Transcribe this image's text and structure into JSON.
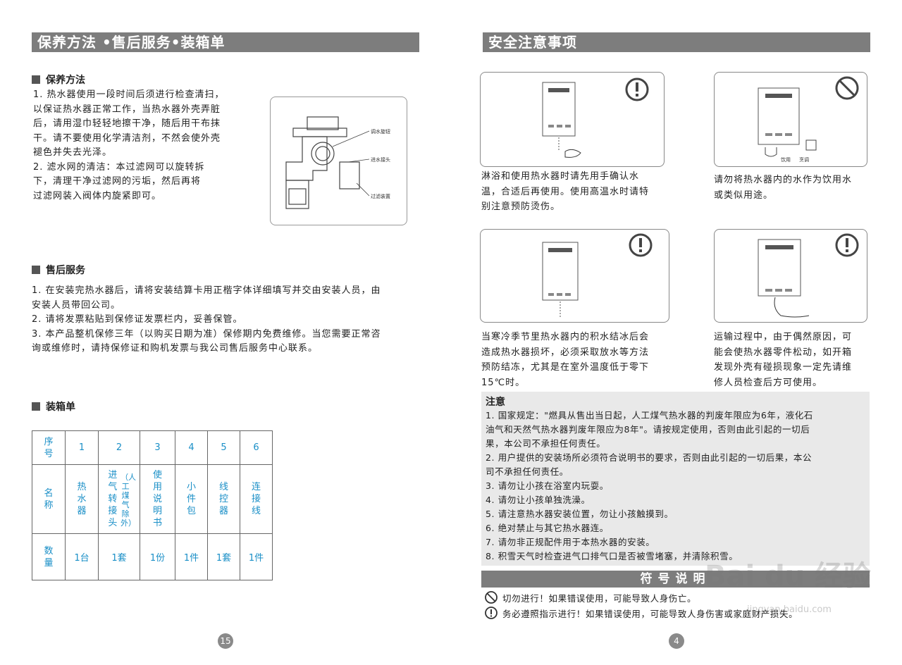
{
  "left_page": {
    "title": "保养方法 •售后服务•装箱单",
    "maintenance": {
      "heading": "保养方法",
      "lines": [
        "1. 热水器使用一段时间后须进行检查清扫，",
        "以保证热水器正常工作，当热水器外壳弄脏",
        "后，请用湿巾轻轻地擦干净，随后用干布抹",
        "干。请不要使用化学清洁剂，不然会使外壳",
        "褪色并失去光泽。",
        "2. 滤水网的清洁：本过滤网可以旋转拆",
        "下，清理干净过滤网的污垢，然后再将",
        "过滤网装入阀体内旋紧即可。"
      ],
      "diagram_labels": [
        "调水旋钮",
        "进水接头",
        "过滤装置"
      ]
    },
    "service": {
      "heading": "售后服务",
      "lines": [
        "1. 在安装完热水器后，请将安装结算卡用正楷字体详细填写并交由安装人员，由",
        "安装人员带回公司。",
        "2. 请将发票粘贴到保修证发票栏内，妥善保管。",
        "3. 本产品整机保修三年（以购买日期为准）保修期内免费维修。当您需要正常咨",
        "询或维修时，请持保修证和购机发票与我公司售后服务中心联系。"
      ]
    },
    "packing": {
      "heading": "装箱单",
      "row_headers": [
        "序号",
        "名称",
        "数量"
      ],
      "numbers": [
        "1",
        "2",
        "3",
        "4",
        "5",
        "6"
      ],
      "names": [
        "热水器",
        "进气转接头",
        "使用说明书",
        "小件包",
        "线控器",
        "连接线"
      ],
      "name_note": "（人工煤气除外）",
      "quantities": [
        "1台",
        "1套",
        "1份",
        "1件",
        "1套",
        "1件"
      ]
    },
    "page_number": "15"
  },
  "right_page": {
    "title": "安全注意事项",
    "cards": [
      {
        "symbol": "warning",
        "caption": [
          "淋浴和使用热水器时请先用手确认水",
          "温，合适后再使用。使用高温水时请特",
          "别注意预防烫伤。"
        ]
      },
      {
        "symbol": "prohibit",
        "labels": [
          "饮用",
          "烹调"
        ],
        "caption": [
          "请勿将热水器内的水作为饮用水",
          "或类似用途。"
        ]
      },
      {
        "symbol": "warning",
        "caption": [
          "当寒冷季节里热水器内的积水结冰后会",
          "造成热水器损坏，必须采取放水等方法",
          "预防结冻，尤其是在室外温度低于零下",
          "15℃时。"
        ]
      },
      {
        "symbol": "warning",
        "caption": [
          "运输过程中，由于偶然原因，可",
          "能会使热水器零件松动，如开箱",
          "发现外壳有碰损现象一定先请维",
          "修人员检查后方可使用。"
        ]
      }
    ],
    "notes": {
      "heading": "注意",
      "lines": [
        "1. 国家规定：\"燃具从售出当日起，人工煤气热水器的判废年限应为6年，液化石",
        "油气和天然气热水器判废年限应为8年\"。请按规定使用，否则由此引起的一切后",
        "果，本公司不承担任何责任。",
        "2. 用户提供的安装场所必须符合说明书的要求，否则由此引起的一切后果，本公",
        "司不承担任何责任。",
        "3. 请勿让小孩在浴室内玩耍。",
        "4. 请勿让小孩单独洗澡。",
        "5. 请注意热水器安装位置，勿让小孩触摸到。",
        "6. 绝对禁止与其它热水器连。",
        "7. 请勿非正规配件用于本热水器的安装。",
        "8. 积雪天气时检查进气口排气口是否被雪堵塞，并清除积雪。"
      ]
    },
    "symbols": {
      "heading": "符号说明",
      "prohibit_text": "切勿进行！如果错误使用，可能导致人身伤亡。",
      "warning_text": "务必遵照指示进行！如果错误使用，可能导致人身伤害或家庭财产损失。"
    },
    "page_number": "4"
  },
  "watermark": {
    "text": "Bai du 经验",
    "url": "jingyan.baidu.com"
  }
}
